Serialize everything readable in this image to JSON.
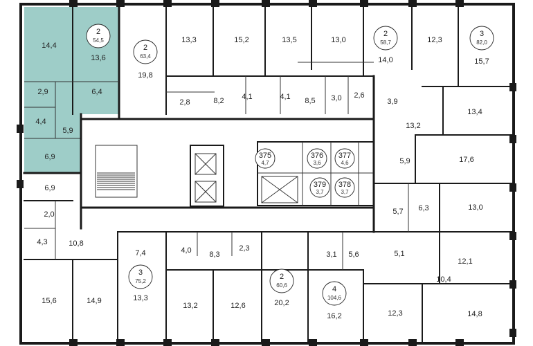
{
  "highlight_color": "#9ecdc8",
  "apartment_badges": [
    {
      "id": "apt-a",
      "rooms": "2",
      "area": "54,5"
    },
    {
      "id": "apt-b",
      "rooms": "2",
      "area": "63,4"
    },
    {
      "id": "apt-c",
      "rooms": "2",
      "area": "58,7"
    },
    {
      "id": "apt-d",
      "rooms": "3",
      "area": "82,0"
    },
    {
      "id": "apt-e",
      "rooms": "3",
      "area": "75,2"
    },
    {
      "id": "apt-f",
      "rooms": "2",
      "area": "60,6"
    },
    {
      "id": "apt-g",
      "rooms": "4",
      "area": "104,6"
    }
  ],
  "storage_units": [
    {
      "number": "375",
      "area": "4,7"
    },
    {
      "number": "376",
      "area": "3,6"
    },
    {
      "number": "377",
      "area": "4,6"
    },
    {
      "number": "379",
      "area": "3,7"
    },
    {
      "number": "378",
      "area": "3,7"
    }
  ],
  "room_areas": [
    "14,4",
    "13,6",
    "2,9",
    "6,4",
    "4,4",
    "5,9",
    "6,9",
    "19,8",
    "13,3",
    "15,2",
    "13,5",
    "13,0",
    "14,0",
    "12,3",
    "15,7",
    "2,8",
    "8,2",
    "4,1",
    "4,1",
    "8,5",
    "3,0",
    "2,6",
    "3,9",
    "13,4",
    "13,2",
    "5,9",
    "17,6",
    "5,7",
    "6,3",
    "13,0",
    "6,9",
    "2,0",
    "4,3",
    "10,8",
    "7,4",
    "4,0",
    "8,3",
    "2,3",
    "3,1",
    "5,6",
    "5,1",
    "12,1",
    "10,4",
    "15,6",
    "14,9",
    "13,3",
    "13,2",
    "12,6",
    "20,2",
    "16,2",
    "12,3",
    "14,8"
  ]
}
